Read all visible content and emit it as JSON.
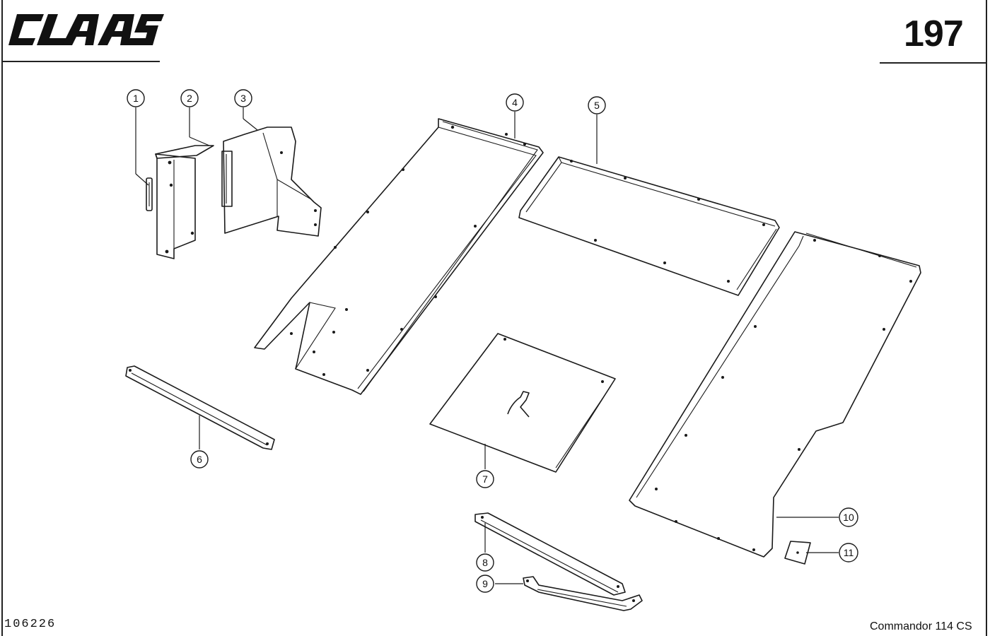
{
  "header": {
    "brand": "CLAAS",
    "page_number": "197"
  },
  "footer": {
    "drawing_number": "106226",
    "model": "Commandor 114 CS"
  },
  "callouts": [
    {
      "id": "1",
      "label": "1"
    },
    {
      "id": "2",
      "label": "2"
    },
    {
      "id": "3",
      "label": "3"
    },
    {
      "id": "4",
      "label": "4"
    },
    {
      "id": "5",
      "label": "5"
    },
    {
      "id": "6",
      "label": "6"
    },
    {
      "id": "7",
      "label": "7"
    },
    {
      "id": "8",
      "label": "8"
    },
    {
      "id": "9",
      "label": "9"
    },
    {
      "id": "10",
      "label": "10"
    },
    {
      "id": "11",
      "label": "11"
    }
  ],
  "colors": {
    "line": "#1a1a1a",
    "background": "#ffffff"
  }
}
